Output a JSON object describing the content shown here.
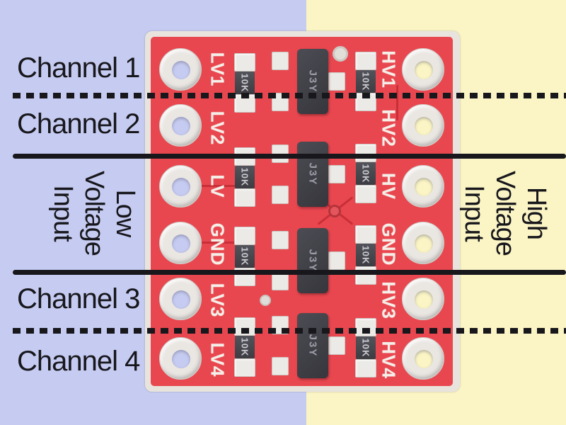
{
  "diagram": {
    "channel_labels": [
      "Channel 1",
      "Channel 2",
      "Channel 3",
      "Channel 4"
    ],
    "left_side_label": [
      "Low",
      "Voltage",
      "Input"
    ],
    "right_side_label": [
      "High",
      "Voltage",
      "Input"
    ]
  },
  "board": {
    "left_pins": [
      "LV1",
      "LV2",
      "LV",
      "GND",
      "LV3",
      "LV4"
    ],
    "right_pins": [
      "HV1",
      "HV2",
      "HV",
      "GND",
      "HV3",
      "HV4"
    ],
    "resistor_marking": "10K",
    "transistor_marking": "J3Y"
  },
  "colors": {
    "background_left": "#c6cbf1",
    "background_right": "#fbf5c5",
    "pcb_red": "#e8474f",
    "annotation": "#17171c",
    "silkscreen": "#f4efe9"
  }
}
